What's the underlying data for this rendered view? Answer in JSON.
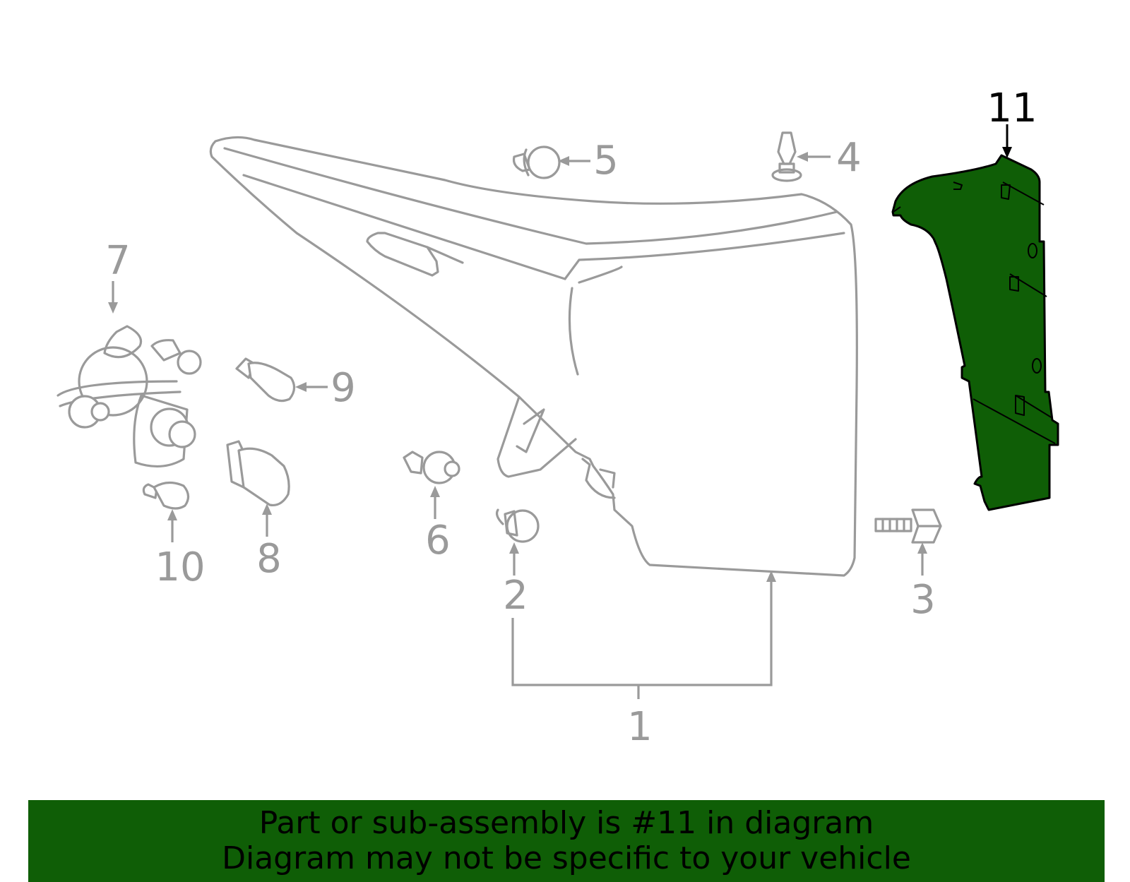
{
  "callouts": {
    "c1": "1",
    "c2": "2",
    "c3": "3",
    "c4": "4",
    "c5": "5",
    "c6": "6",
    "c7": "7",
    "c8": "8",
    "c9": "9",
    "c10": "10",
    "c11": "11"
  },
  "highlighted_part": "11",
  "colors": {
    "highlight": "#0f5e06",
    "parts": "#9a9a9a",
    "highlight_callout": "#000000"
  },
  "banner": {
    "line1": "Part or sub-assembly is #11 in diagram",
    "line2": "Diagram may not be specific to your vehicle"
  }
}
